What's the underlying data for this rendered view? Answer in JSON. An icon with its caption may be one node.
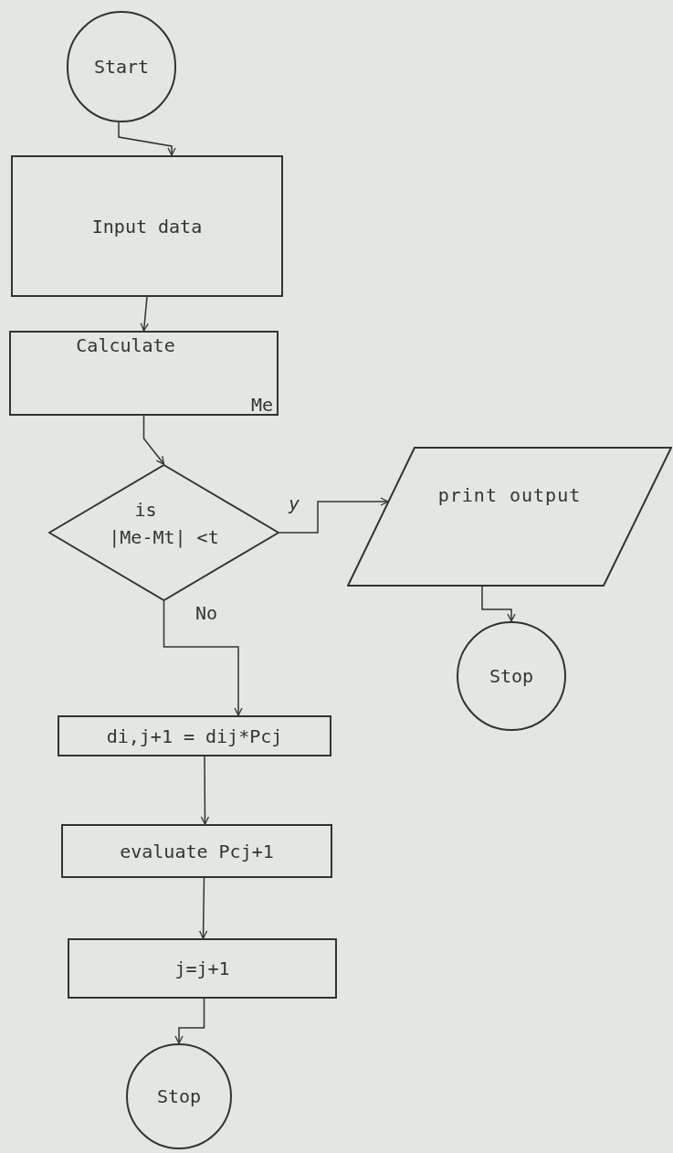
{
  "diagram": {
    "nodes": [
      {
        "text": [
          "Start"
        ]
      },
      {
        "text": [
          "Input data"
        ]
      },
      {
        "text": [
          "Calculate",
          "Me"
        ]
      },
      {
        "text": [
          "is",
          "|Me-Mt| <t"
        ]
      },
      {
        "text": [
          "print output"
        ]
      },
      {
        "text": [
          "Stop"
        ]
      },
      {
        "text": [
          "di,j+1 = dij*Pcj"
        ]
      },
      {
        "text": [
          "evaluate Pcj+1"
        ]
      },
      {
        "text": [
          "j=j+1"
        ]
      },
      {
        "text": [
          "Stop"
        ]
      }
    ],
    "edges": [
      {
        "from": 0,
        "to": 1,
        "arrow": "to"
      },
      {
        "from": 1,
        "to": 2,
        "arrow": "to"
      },
      {
        "from": 2,
        "to": 3,
        "arrow": "to"
      },
      {
        "from": 3,
        "to": 4,
        "arrow": "to",
        "label": "y"
      },
      {
        "from": 3,
        "to": 6,
        "arrow": "to",
        "label": "No"
      },
      {
        "from": 4,
        "to": 5,
        "arrow": "to"
      },
      {
        "from": 6,
        "to": 7,
        "arrow": "to"
      },
      {
        "from": 7,
        "to": 8,
        "arrow": "to"
      },
      {
        "from": 8,
        "to": 9,
        "arrow": "to"
      }
    ]
  }
}
